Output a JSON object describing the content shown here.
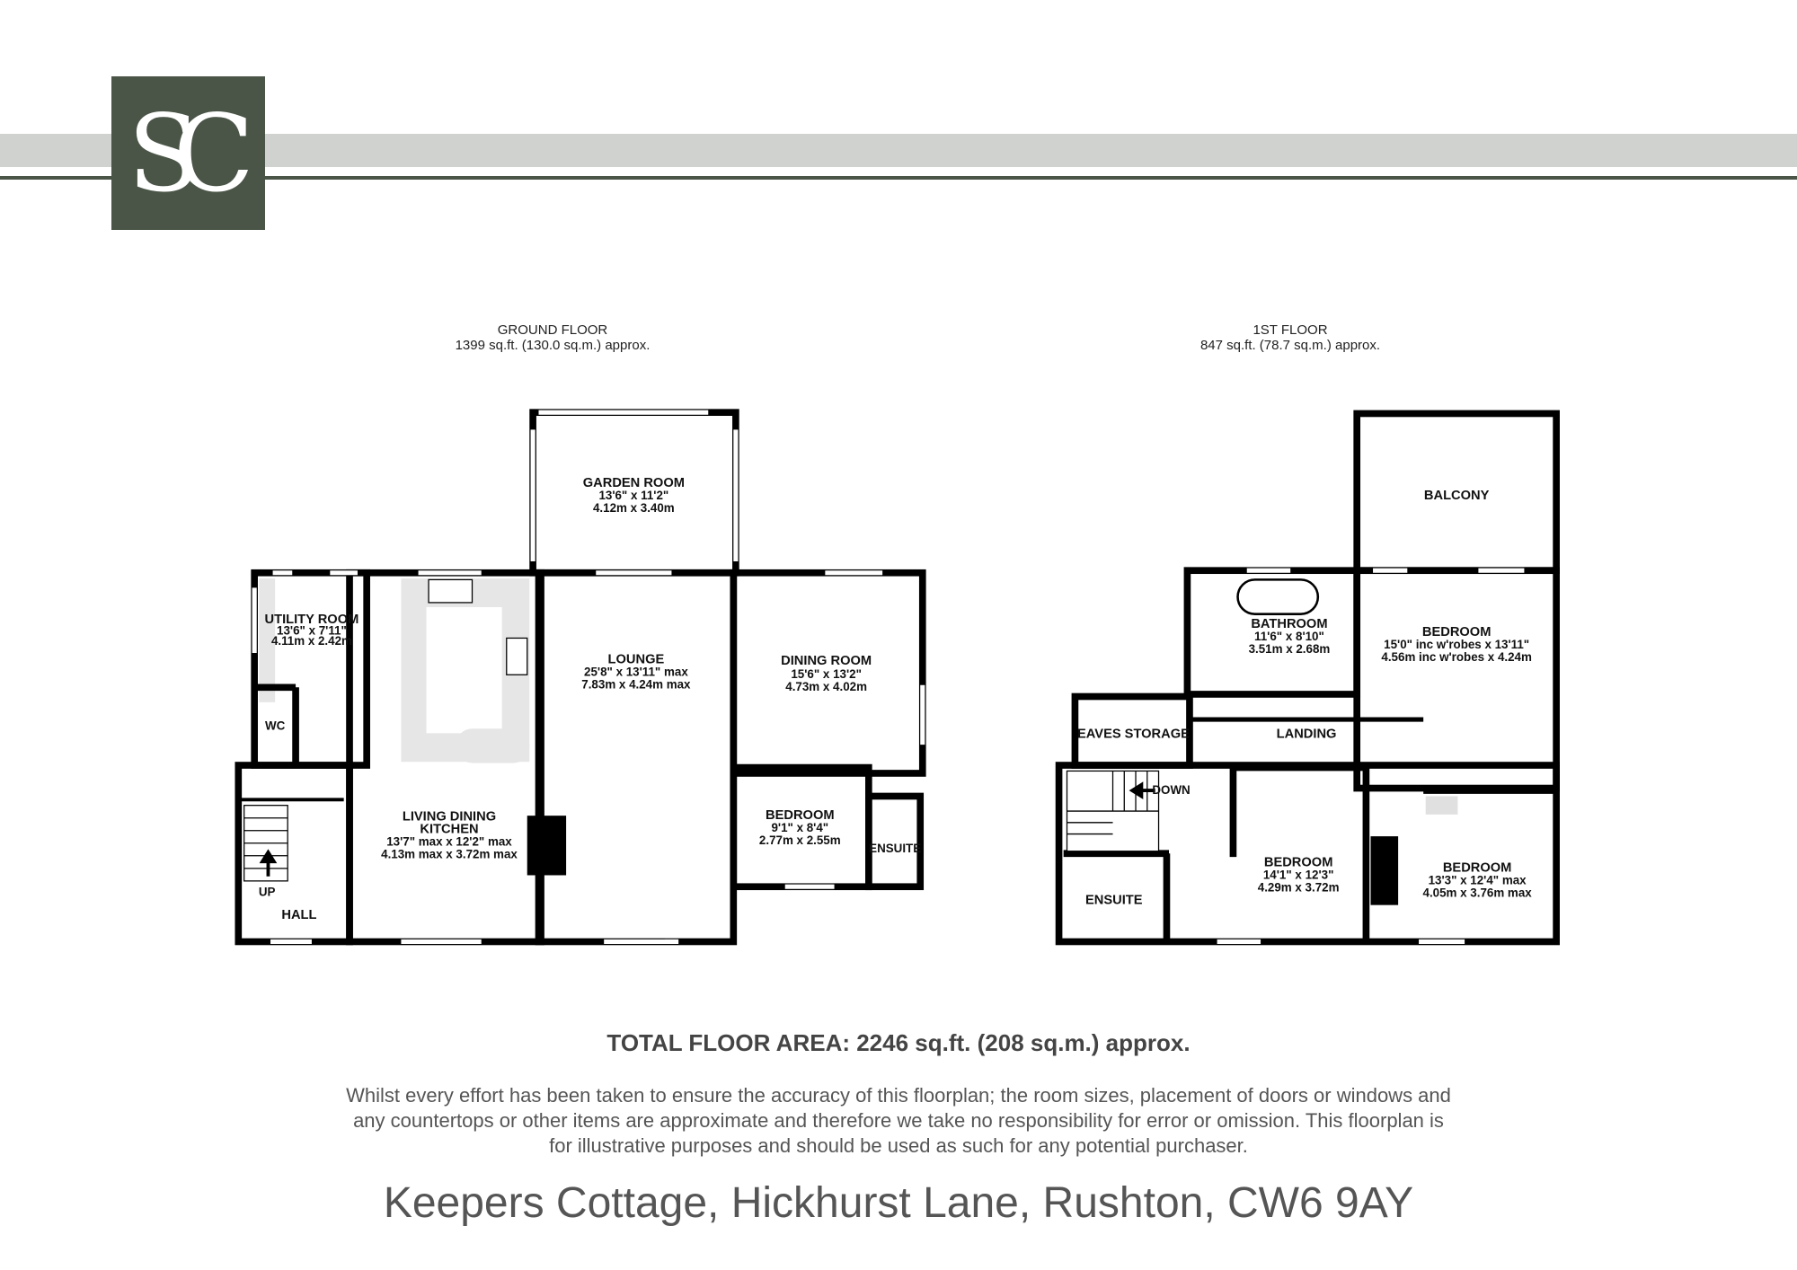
{
  "logo": {
    "text": "SC"
  },
  "ground_floor": {
    "title": "GROUND FLOOR",
    "area": "1399 sq.ft. (130.0 sq.m.) approx.",
    "rooms": {
      "garden": {
        "name": "GARDEN ROOM",
        "imp": "13'6\"  x 11'2\"",
        "met": "4.12m  x 3.40m"
      },
      "utility": {
        "name": "UTILITY ROOM",
        "imp": "13'6\"  x 7'11\"",
        "met": "4.11m  x 2.42m"
      },
      "lounge": {
        "name": "LOUNGE",
        "imp": "25'8\"  x 13'11\" max",
        "met": "7.83m  x 4.24m max"
      },
      "dining": {
        "name": "DINING ROOM",
        "imp": "15'6\"  x 13'2\"",
        "met": "4.73m  x 4.02m"
      },
      "kitchen": {
        "name": "LIVING DINING",
        "name2": "KITCHEN",
        "imp": "13'7\" max x 12'2\" max",
        "met": "4.13m max x 3.72m max"
      },
      "bedroom": {
        "name": "BEDROOM",
        "imp": "9'1\"  x 8'4\"",
        "met": "2.77m  x 2.55m"
      },
      "ensuite": {
        "name": "ENSUITE"
      },
      "wc": {
        "name": "WC"
      },
      "hall": {
        "name": "HALL"
      },
      "up": "UP"
    }
  },
  "first_floor": {
    "title": "1ST FLOOR",
    "area": "847 sq.ft. (78.7 sq.m.) approx.",
    "rooms": {
      "balcony": {
        "name": "BALCONY"
      },
      "bathroom": {
        "name": "BATHROOM",
        "imp": "11'6\"  x 8'10\"",
        "met": "3.51m  x 2.68m"
      },
      "bedroom1": {
        "name": "BEDROOM",
        "imp": "15'0\" inc w'robes x 13'11\"",
        "met": "4.56m inc w'robes x 4.24m"
      },
      "eaves": {
        "name": "EAVES STORAGE"
      },
      "landing": {
        "name": "LANDING"
      },
      "bedroom2": {
        "name": "BEDROOM",
        "imp": "14'1\"  x 12'3\"",
        "met": "4.29m  x 3.72m"
      },
      "bedroom3": {
        "name": "BEDROOM",
        "imp": "13'3\"  x 12'4\" max",
        "met": "4.05m  x 3.76m max"
      },
      "ensuite": {
        "name": "ENSUITE"
      },
      "down": "DOWN"
    }
  },
  "total": "TOTAL FLOOR AREA: 2246 sq.ft. (208 sq.m.) approx.",
  "disclaimer": "Whilst every effort has been taken to ensure the accuracy of this floorplan; the room sizes, placement of doors or windows and any countertops or other items are approximate and therefore we take no responsibility for error or omission. This floorplan is for illustrative purposes and should be used as such for any potential purchaser.",
  "address": "Keepers Cottage, Hickhurst Lane, Rushton, CW6 9AY",
  "colors": {
    "brand": "#4a5547",
    "band": "#d0d2cf",
    "balcony": "#b3b3b3"
  }
}
